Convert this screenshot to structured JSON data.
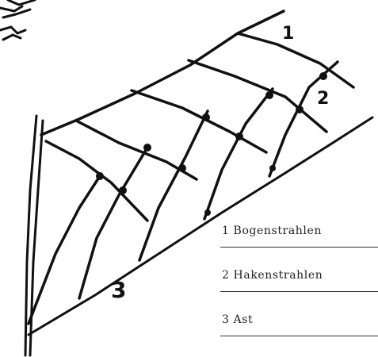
{
  "callouts": {
    "label_1": "1",
    "label_2": "2",
    "label_3": "3"
  },
  "legend": {
    "items": [
      {
        "text": "1  Bogenstrahlen"
      },
      {
        "text": "2  Hakenstrahlen"
      },
      {
        "text": "3  Ast"
      }
    ]
  },
  "colors": {
    "ink": "#111111",
    "paper": "#ffffff"
  }
}
